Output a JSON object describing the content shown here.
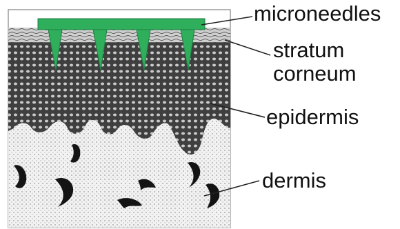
{
  "labels": {
    "microneedles": "microneedles",
    "stratum_1": "stratum",
    "stratum_2": "corneum",
    "epidermis": "epidermis",
    "dermis": "dermis"
  },
  "colors": {
    "needle_green": "#2fae5c",
    "epidermis_dark": "#4a4a4a",
    "dermis_light": "#eeeeee",
    "ink": "#111111"
  },
  "microneedle_count": 4
}
